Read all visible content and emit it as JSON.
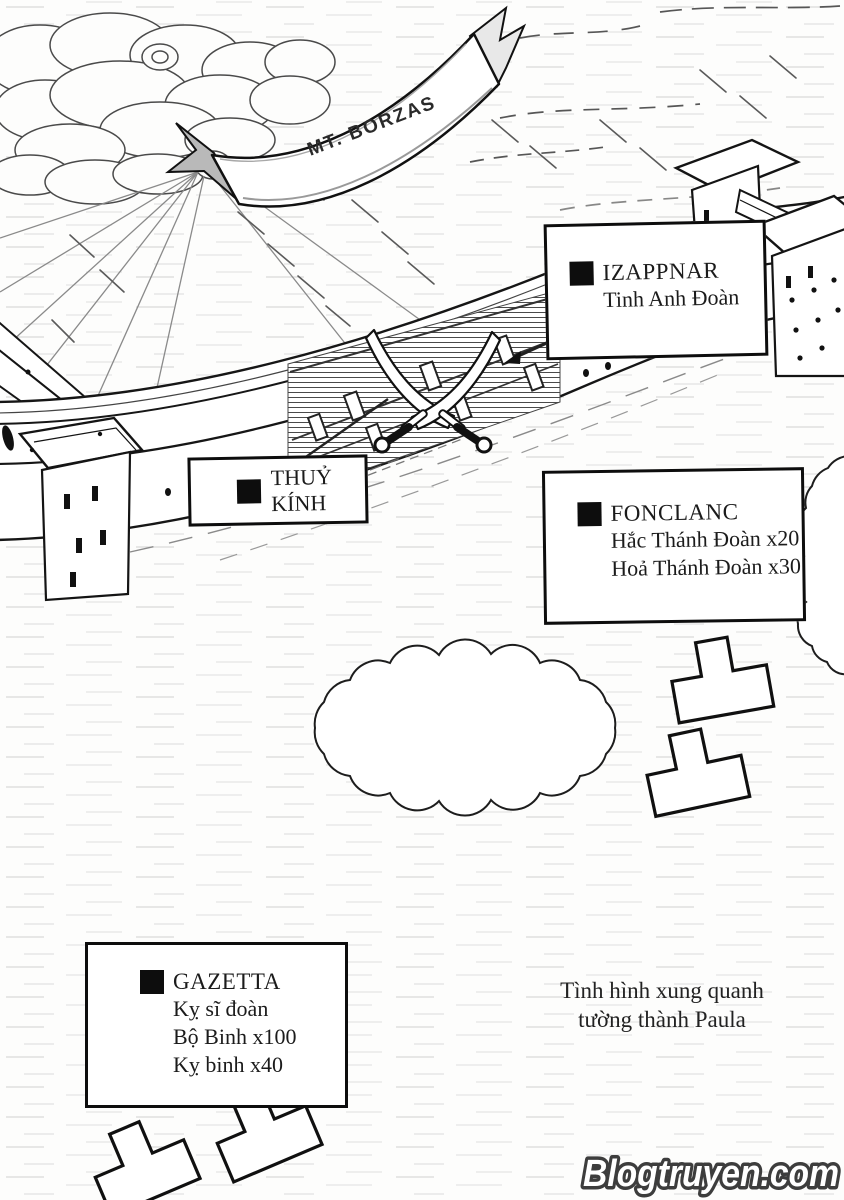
{
  "banner": {
    "text": "MT. BORZAS"
  },
  "boxes": {
    "izappnar": {
      "title": "IZAPPNAR",
      "line1": "Tinh Anh Đoàn"
    },
    "thuy_kinh": {
      "line1": "THUỶ",
      "line2": "KÍNH"
    },
    "fonclanc": {
      "title": "FONCLANC",
      "line1": "Hắc Thánh Đoàn x20",
      "line2": "Hoả Thánh Đoàn x30"
    },
    "gazetta": {
      "title": "GAZETTA",
      "line1": "Kỵ sĩ đoàn",
      "line2": "Bộ Binh x100",
      "line3": "Kỵ binh x40"
    }
  },
  "caption": {
    "line1": "Tình hình xung quanh",
    "line2": "tường thành Paula"
  },
  "watermark": {
    "text": "Blogtruyen.com"
  },
  "icons": {
    "battle_marker": "crossed-swords-icon",
    "unit_marker": "troop-marker",
    "landmark": "banner-ribbon",
    "legend_bullet": "black-square-marker"
  },
  "colors": {
    "ink": "#1a1a1a",
    "paper": "#fcfcfb",
    "bullet": "#0d0d0d",
    "shade": "#9c9c9c"
  }
}
